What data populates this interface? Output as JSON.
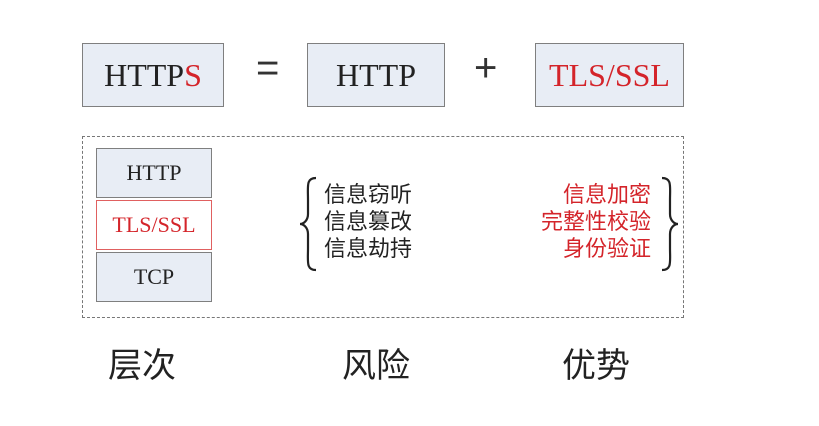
{
  "equation": {
    "https_prefix": "HTTP",
    "https_suffix": "S",
    "equals": "=",
    "http": "HTTP",
    "plus": "+",
    "tls_ssl": "TLS/SSL"
  },
  "layers": {
    "items": [
      "HTTP",
      "TLS/SSL",
      "TCP"
    ]
  },
  "risks": {
    "items": [
      "信息窃听",
      "信息篡改",
      "信息劫持"
    ]
  },
  "advantages": {
    "items": [
      "信息加密",
      "完整性校验",
      "身份验证"
    ]
  },
  "captions": {
    "layers": "层次",
    "risks": "风险",
    "advantages": "优势"
  },
  "colors": {
    "accent_red": "#d4242a",
    "box_fill": "#e8edf5",
    "box_border": "#7f7f7f"
  }
}
